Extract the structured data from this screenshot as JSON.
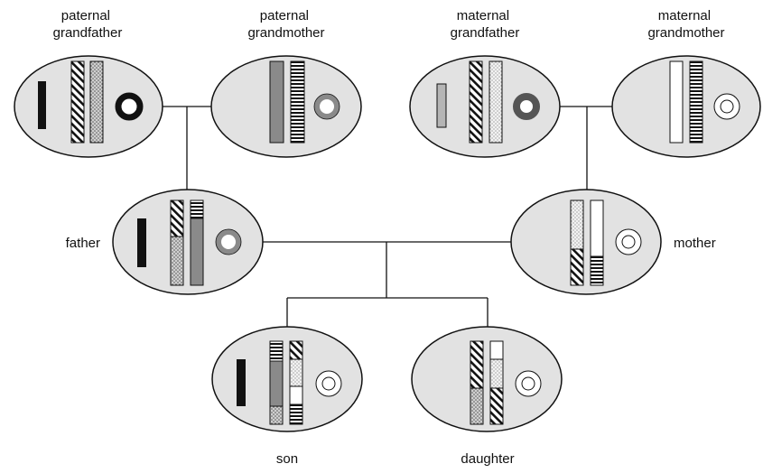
{
  "labels": {
    "paternal_grandfather": [
      "paternal",
      "grandfather"
    ],
    "paternal_grandmother": [
      "paternal",
      "grandmother"
    ],
    "maternal_grandfather": [
      "maternal",
      "grandfather"
    ],
    "maternal_grandmother": [
      "maternal",
      "grandmother"
    ],
    "father": "father",
    "mother": "mother",
    "son": "son",
    "daughter": "daughter"
  },
  "colors": {
    "cell_fill": "#e2e2e2",
    "outline": "#111111",
    "black": "#111111",
    "mid_gray": "#8a8a8a",
    "light_gray": "#b5b5b5",
    "dark_gray": "#555555",
    "white": "#ffffff"
  }
}
